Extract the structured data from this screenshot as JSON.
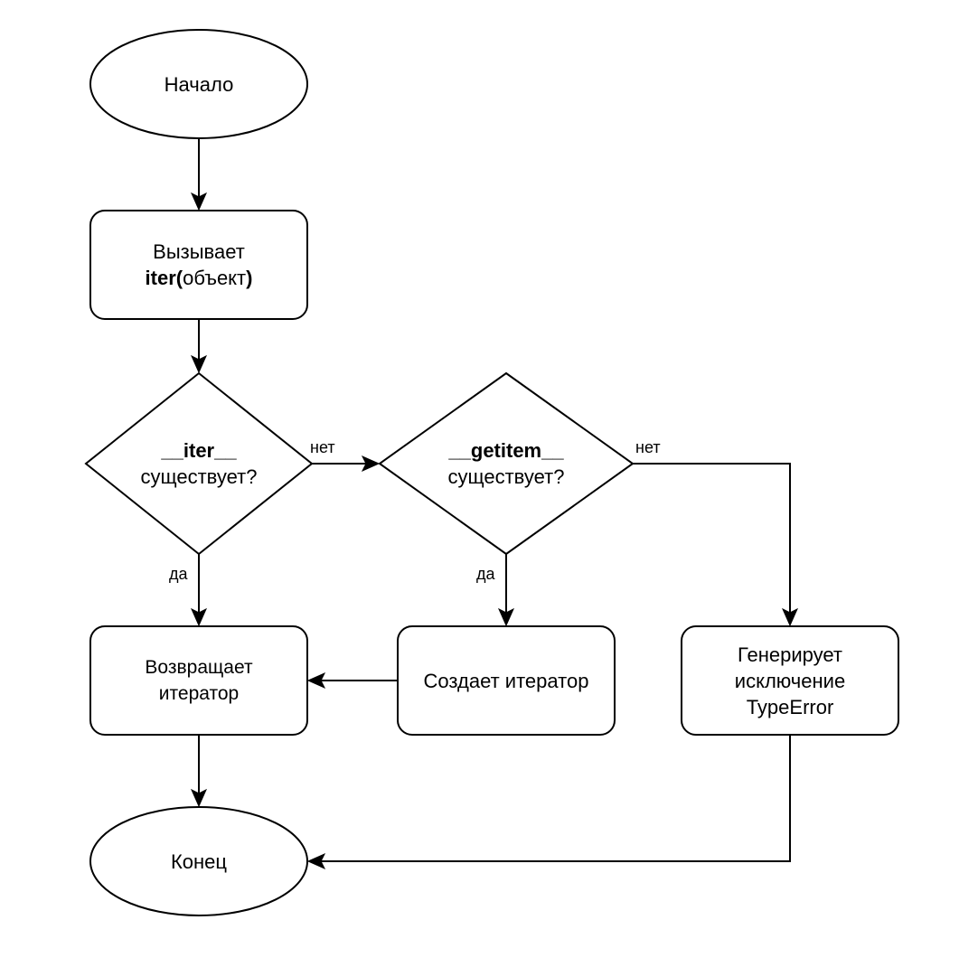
{
  "nodes": {
    "start": {
      "label": "Начало"
    },
    "call_iter": {
      "line1": "Вызывает",
      "line2_bold_a": "iter(",
      "line2_normal": "объект",
      "line2_bold_b": ")"
    },
    "has_iter": {
      "line1": "__iter__",
      "line2": "существует?"
    },
    "has_getitem": {
      "line1": "__getitem__",
      "line2": "существует?"
    },
    "return_iterator": {
      "line1": "Возвращает",
      "line2": "итератор"
    },
    "create_iterator": {
      "label": "Создает итератор"
    },
    "raise_error": {
      "line1": "Генерирует",
      "line2": "исключение",
      "line3": "TypeError"
    },
    "end": {
      "label": "Конец"
    }
  },
  "edges": {
    "iter_no": "нет",
    "iter_yes": "да",
    "getitem_no": "нет",
    "getitem_yes": "да"
  },
  "colors": {
    "stroke": "#000000",
    "fill": "#ffffff",
    "text": "#000000"
  }
}
